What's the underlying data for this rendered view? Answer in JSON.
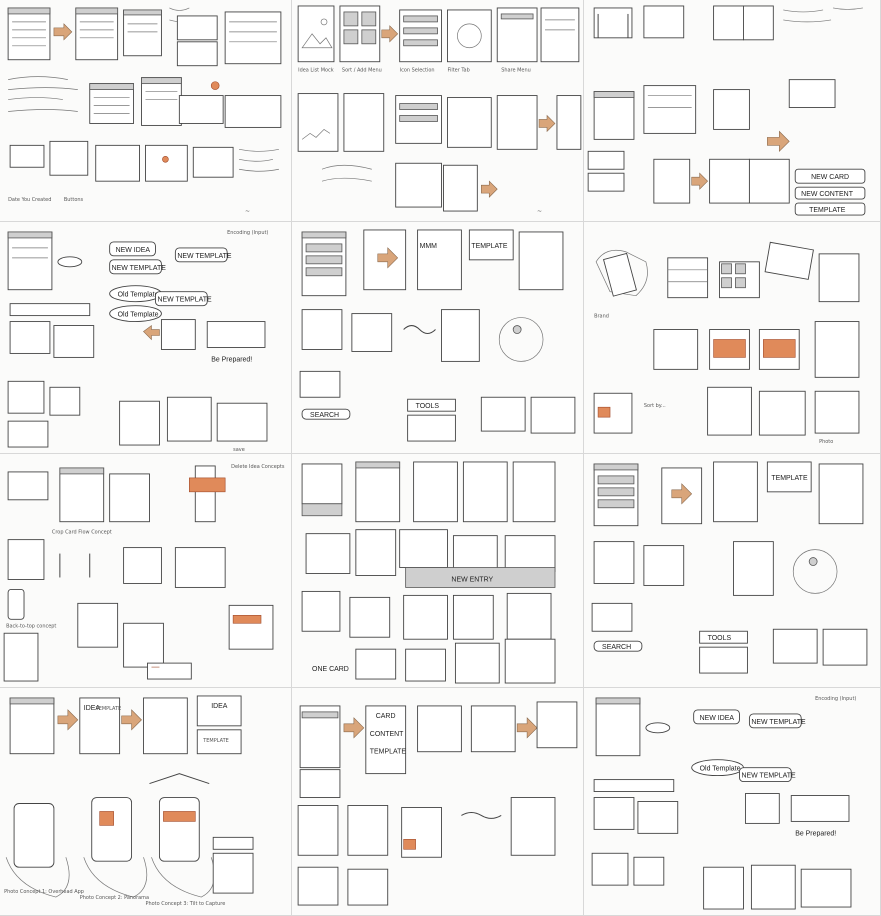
{
  "sheets": [
    {
      "id": "s1",
      "labels": {
        "bottom_left": "Date You Created",
        "bottom_link": "Buttons"
      }
    },
    {
      "id": "s2",
      "labels": {
        "row1_a": "Idea List Mock",
        "row1_b": "Sort / Add Menu",
        "row1_c": "Icon Selection",
        "row1_d": "Filter Tab",
        "row1_e": "Share Menu"
      }
    },
    {
      "id": "s3",
      "labels": {
        "new_card": "NEW CARD",
        "new_content": "NEW CONTENT",
        "template": "TEMPLATE"
      }
    },
    {
      "id": "s4",
      "labels": {
        "new_idea": "NEW IDEA",
        "new_template": "NEW TEMPLATE",
        "new_templ_b": "NEW TEMPLATE",
        "old_template": "Old Template",
        "old_template_b": "Old Template",
        "new_template_c": "NEW TEMPLATE",
        "be_prepared": "Be Prepared!",
        "keyboard": "Encoding (Input)",
        "save": "save"
      }
    },
    {
      "id": "s5",
      "labels": {
        "search": "SEARCH",
        "tools": "TOOLS",
        "mmm": "MMM",
        "template": "TEMPLATE"
      }
    },
    {
      "id": "s6",
      "labels": {
        "brand_new": "Brand",
        "sort_by": "Sort by...",
        "photos": "Photo"
      }
    },
    {
      "id": "s7",
      "labels": {
        "annot": "Delete Idea Concepts",
        "cropping": "Crop Card Flow Concept",
        "back_to_top": "Back-to-top concept"
      }
    },
    {
      "id": "s8",
      "labels": {
        "new_entry": "NEW ENTRY",
        "one_card": "ONE CARD"
      }
    },
    {
      "id": "s9",
      "labels": {
        "template": "TEMPLATE",
        "search": "SEARCH",
        "tools": "TOOLS"
      }
    },
    {
      "id": "s10",
      "labels": {
        "idea": "IDEA",
        "template_a": "TEMPLATE",
        "idea_b": "IDEA",
        "template_b": "TEMPLATE",
        "photo1": "Photo Concept 1: Overhead App",
        "photo2": "Photo Concept 2: Panorama",
        "photo3": "Photo Concept 3: Tilt to Capture"
      }
    },
    {
      "id": "s11",
      "labels": {
        "card": "CARD",
        "content": "CONTENT",
        "template": "TEMPLATE"
      }
    },
    {
      "id": "s12",
      "labels": {
        "new_idea": "NEW IDEA",
        "new_template": "NEW TEMPLATE",
        "old_template": "Old Template",
        "new_template_b": "NEW TEMPLATE",
        "be_prepared": "Be Prepared!",
        "keyboard": "Encoding (Input)"
      }
    }
  ]
}
